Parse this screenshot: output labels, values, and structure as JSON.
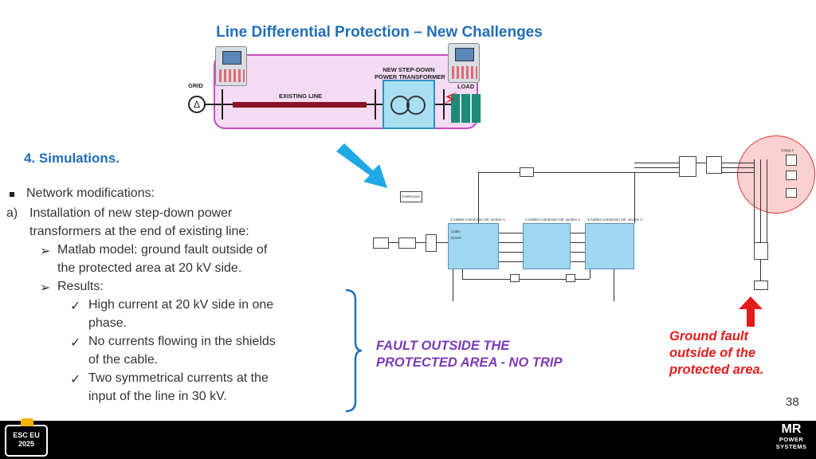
{
  "title": "Line Differential Protection – New Challenges",
  "schematic": {
    "grid_label": "GRID",
    "existing_line_label": "EXISTING LINE",
    "transformer_label_1": "NEW STEP-DOWN",
    "transformer_label_2": "POWER TRANSFORMER",
    "load_label": "LOAD",
    "grid_symbol": "∆",
    "icons": [
      "relay-icon",
      "transformer-icon",
      "lightning-bolt-icon",
      "load-grid-icon"
    ]
  },
  "section": {
    "title": "4.  Simulations.",
    "bullet_1": "Network modifications:",
    "item_a_marker": "a)",
    "item_a_line1": "Installation of new step-down power",
    "item_a_line2": "transformers at the end of existing line:",
    "sub_1_marker": "➢",
    "sub_1_line1": "Matlab model: ground fault outside of",
    "sub_1_line2": "the protected area at 20 kV side.",
    "sub_2_marker": "➢",
    "sub_2_line1": "Results:",
    "check_marker": "✓",
    "check_1_line1": "High current at 20 kV side in one",
    "check_1_line2": "phase.",
    "check_2_line1": "No currents flowing in the shields",
    "check_2_line2": "of the cable.",
    "check_3_line1": "Two symmetrical currents at the",
    "check_3_line2": "input of the line in 30 kV."
  },
  "callouts": {
    "no_trip_line1": "FAULT OUTSIDE THE",
    "no_trip_line2": "PROTECTED AREA - NO TRIP",
    "ground_fault_line1": "Ground fault",
    "ground_fault_line2": "outside of the",
    "ground_fault_line3": "protected area."
  },
  "model": {
    "section_1": "3 Cables connection CB: section 1",
    "section_2": "3 Cables connection CB: section 2",
    "section_3": "3 Cables connection CB: section 3",
    "cable_label": "Cable",
    "screen_label": "screen",
    "load_block": "Carga 2",
    "continuous_block": "Continuous"
  },
  "page_number": "38",
  "footer": {
    "esc_line1": "ESC EU",
    "esc_line2": "2025",
    "mr_logo": "MR",
    "mr_line1": "POWER",
    "mr_line2": "SYSTEMS"
  },
  "colors": {
    "title_blue": "#1f6eb8",
    "fault_purple": "#7b3ab8",
    "fault_red": "#e21b1b",
    "protected_area_pink": "#c24fbf",
    "line_dark_red": "#8a1424",
    "cable_blue": "#9fd7f0"
  }
}
